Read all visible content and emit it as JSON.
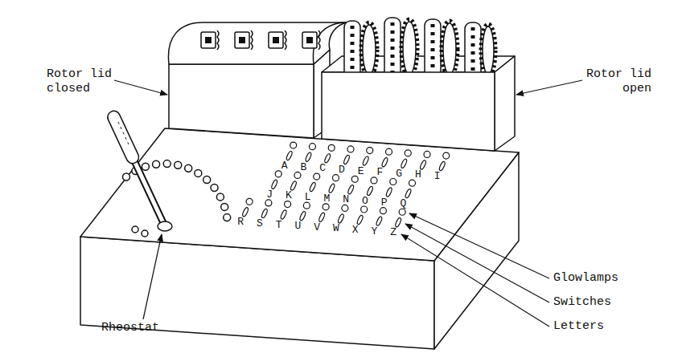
{
  "diagram": {
    "labels": [
      "Rotor lid closed",
      "Rotor lid open",
      "A",
      "B",
      "C",
      "D",
      "E",
      "F",
      "G",
      "H",
      "I",
      "J",
      "K",
      "L",
      "M",
      "N",
      "O",
      "P",
      "Q",
      "R",
      "S",
      "T",
      "U",
      "V",
      "W",
      "X",
      "Y",
      "Z",
      "Glowlamps",
      "Switches",
      "Letters",
      "Rheostat"
    ]
  }
}
